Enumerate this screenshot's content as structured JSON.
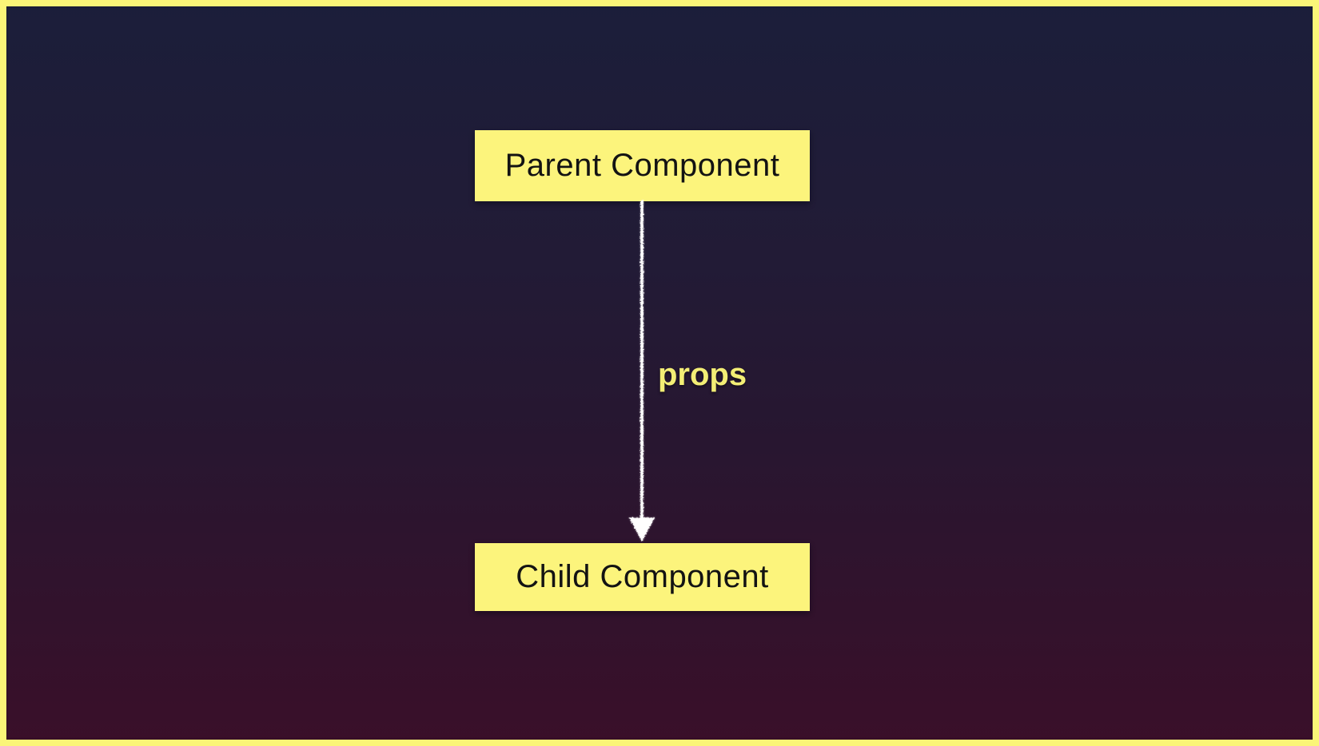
{
  "diagram": {
    "type": "flow",
    "nodes": [
      {
        "id": "parent",
        "label": "Parent Component"
      },
      {
        "id": "child",
        "label": "Child Component"
      }
    ],
    "edge": {
      "from": "parent",
      "to": "child",
      "label": "props",
      "direction": "down"
    }
  },
  "colors": {
    "frame_border": "#faf578",
    "background_top": "#1b1e3a",
    "background_mid": "#261731",
    "background_bottom": "#3a0f29",
    "node_fill": "#fcf47c",
    "node_text": "#131313",
    "edge_label": "#f3ee75",
    "arrow": "#ffffff"
  }
}
